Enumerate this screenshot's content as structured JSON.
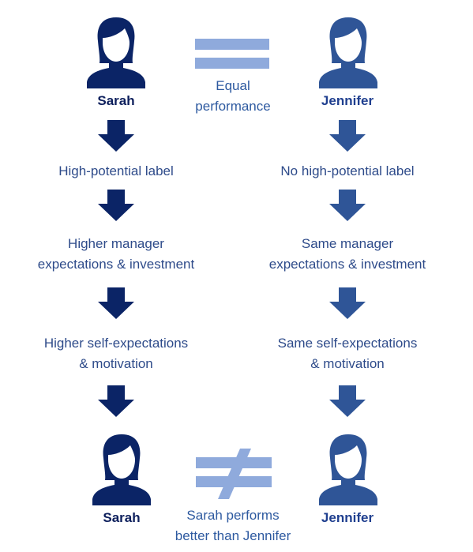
{
  "colors": {
    "sarah": "#0B2466",
    "jennifer": "#2F5597",
    "symbol": "#8FAADC",
    "text": "#2E4B8A"
  },
  "icons": {
    "person": "person-icon",
    "arrow": "arrow-down-icon",
    "equal": "equals-icon",
    "not_equal": "not-equal-icon"
  },
  "top": {
    "left_name": "Sarah",
    "right_name": "Jennifer",
    "middle": [
      "Equal",
      "performance"
    ]
  },
  "left_steps": [
    [
      "High-potential label"
    ],
    [
      "Higher manager",
      "expectations & investment"
    ],
    [
      "Higher self-expectations",
      "& motivation"
    ]
  ],
  "right_steps": [
    [
      "No high-potential label"
    ],
    [
      "Same manager",
      "expectations & investment"
    ],
    [
      "Same self-expectations",
      "& motivation"
    ]
  ],
  "bottom": {
    "left_name": "Sarah",
    "right_name": "Jennifer",
    "middle": [
      "Sarah performs",
      "better than Jennifer"
    ]
  }
}
